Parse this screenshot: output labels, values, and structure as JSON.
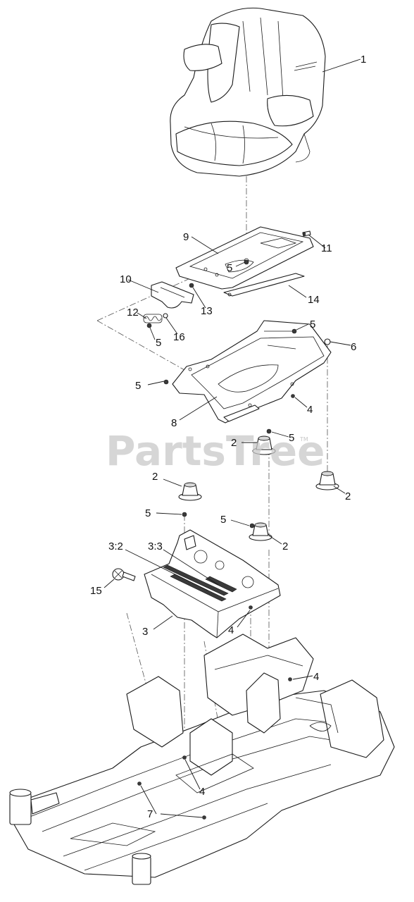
{
  "watermark": {
    "text": "PartsTree",
    "trademark": "TM"
  },
  "callouts": [
    {
      "id": "seat",
      "label": "1"
    },
    {
      "id": "seat-plate-top",
      "label": "9"
    },
    {
      "id": "hw-11",
      "label": "11"
    },
    {
      "id": "hw-5-a",
      "label": "5"
    },
    {
      "id": "bracket-10",
      "label": "10"
    },
    {
      "id": "hw-13",
      "label": "13"
    },
    {
      "id": "rail-14",
      "label": "14"
    },
    {
      "id": "spring-12",
      "label": "12"
    },
    {
      "id": "hw-16",
      "label": "16"
    },
    {
      "id": "hw-5-b",
      "label": "5"
    },
    {
      "id": "hw-5-c",
      "label": "5"
    },
    {
      "id": "hw-6",
      "label": "6"
    },
    {
      "id": "hw-5-d",
      "label": "5"
    },
    {
      "id": "hw-4-a",
      "label": "4"
    },
    {
      "id": "seat-plate-lower",
      "label": "8"
    },
    {
      "id": "isolator-2-a",
      "label": "2"
    },
    {
      "id": "hw-5-e",
      "label": "5"
    },
    {
      "id": "isolator-2-b",
      "label": "2"
    },
    {
      "id": "isolator-2-c",
      "label": "2"
    },
    {
      "id": "hw-5-f",
      "label": "5"
    },
    {
      "id": "hw-5-g",
      "label": "5"
    },
    {
      "id": "isolator-2-d",
      "label": "2"
    },
    {
      "id": "decal-3-2",
      "label": "3:2"
    },
    {
      "id": "decal-3-3",
      "label": "3:3"
    },
    {
      "id": "knob-15",
      "label": "15"
    },
    {
      "id": "seat-pan-3",
      "label": "3"
    },
    {
      "id": "hw-4-b",
      "label": "4"
    },
    {
      "id": "hw-4-c",
      "label": "4"
    },
    {
      "id": "hw-4-d",
      "label": "4"
    },
    {
      "id": "hw-7",
      "label": "7"
    }
  ]
}
